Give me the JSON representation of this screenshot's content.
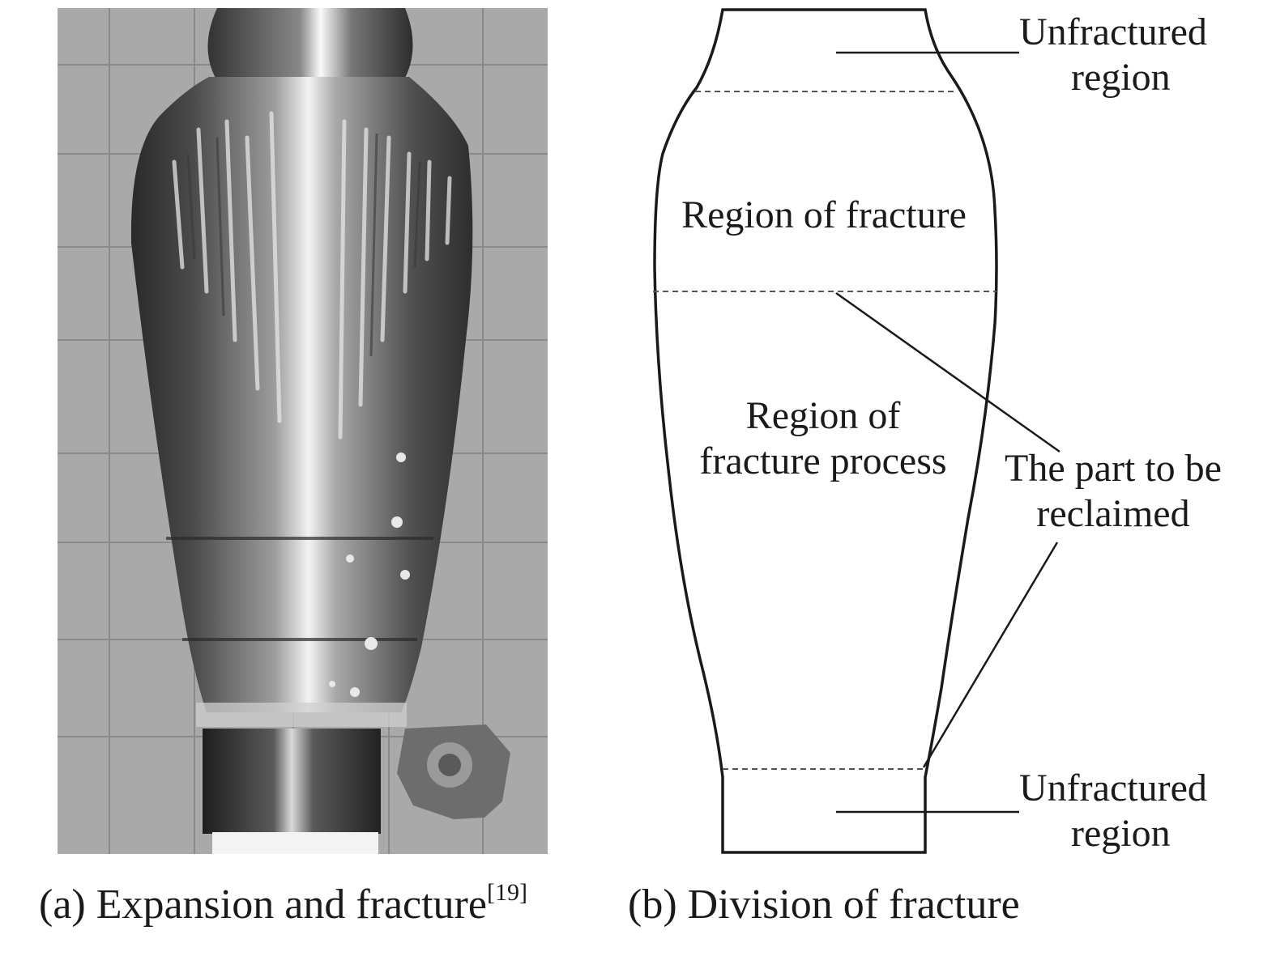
{
  "panel_a": {
    "caption_text": "(a) Expansion and fracture",
    "caption_ref": "[19]"
  },
  "panel_b": {
    "caption_text": "(b) Division of fracture",
    "labels": {
      "unfractured_top_1": "Unfractured",
      "unfractured_top_2": "region",
      "region_of_fracture": "Region of fracture",
      "fracture_process_1": "Region of",
      "fracture_process_2": "fracture process",
      "reclaimed_1": "The part to be",
      "reclaimed_2": "reclaimed",
      "unfractured_bottom_1": "Unfractured",
      "unfractured_bottom_2": "region"
    }
  }
}
